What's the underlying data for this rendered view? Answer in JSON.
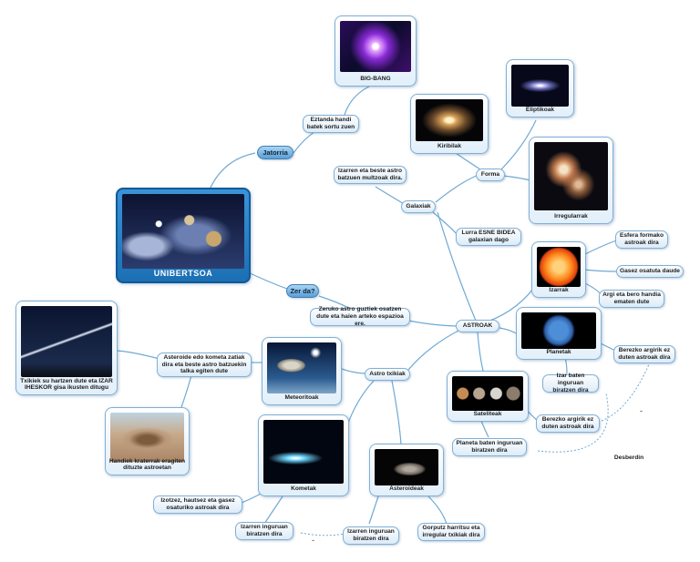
{
  "root": {
    "label": "UNIBERTSOA"
  },
  "branches": {
    "jatorria": "Jatorria",
    "jatorria_desc": "Eztanda handi batek sortu zuen",
    "big_bang": "BIG-BANG",
    "zer_da": "Zer da?",
    "zer_da_desc": "Zeruko astro guztiek osatzen dute eta haien arteko espazioa ere.",
    "astroak": "ASTROAK"
  },
  "galaxiak": {
    "label": "Galaxiak",
    "desc": "Izarren eta beste astro batzuen multzoak dira.",
    "location": "Lurra ESNE BIDEA galaxian dago",
    "forma": "Forma",
    "types": {
      "kiribilak": "Kiribilak",
      "eliptikoak": "Eliptikoak",
      "irregularrak": "Irregularrak"
    }
  },
  "izarrak": {
    "label": "Izarrak",
    "props": [
      "Esfera formako astroak dira",
      "Gasez osatuta daude",
      "Argi eta bero handia ematen dute"
    ]
  },
  "planetak": {
    "label": "Planetak",
    "own_light": "Berezko argirik ez duten astroak dira",
    "orbit": "Izar baten inguruan biratzen dira"
  },
  "sateliteak": {
    "label": "Sateliteak",
    "own_light": "Berezko argirik ez duten astroak dira",
    "orbit": "Planeta baten inguruan biratzen dira",
    "difference": "Desberdin"
  },
  "astro_txikiak": {
    "label": "Astro txikiak",
    "meteoritoak": "Meteoritoak",
    "meteor_desc": "Asteroide edo kometa zatiak dira eta beste astro batzuekin talka egiten dute",
    "shooting_star": "Txikiek su hartzen dute eta IZAR IHESKOR gisa ikusten ditugu",
    "craters": "Handiek kraterrak eragiten dituzte astroetan",
    "kometak": "Kometak",
    "comet_desc": "Izotzez, hautsez eta gasez osaturiko astroak dira",
    "comet_orbit": "Izarren inguruan biratzen dira",
    "asteroideak": "Asteroideak",
    "asteroid_orbit": "Izarren inguruan biratzen dira",
    "asteroid_shape": "Gorputz harritsu eta irregular txikiak dira"
  },
  "colors": {
    "connector": "#6fa9d4",
    "node_border": "#7fb0d6",
    "pill": "#5a9fd6"
  }
}
